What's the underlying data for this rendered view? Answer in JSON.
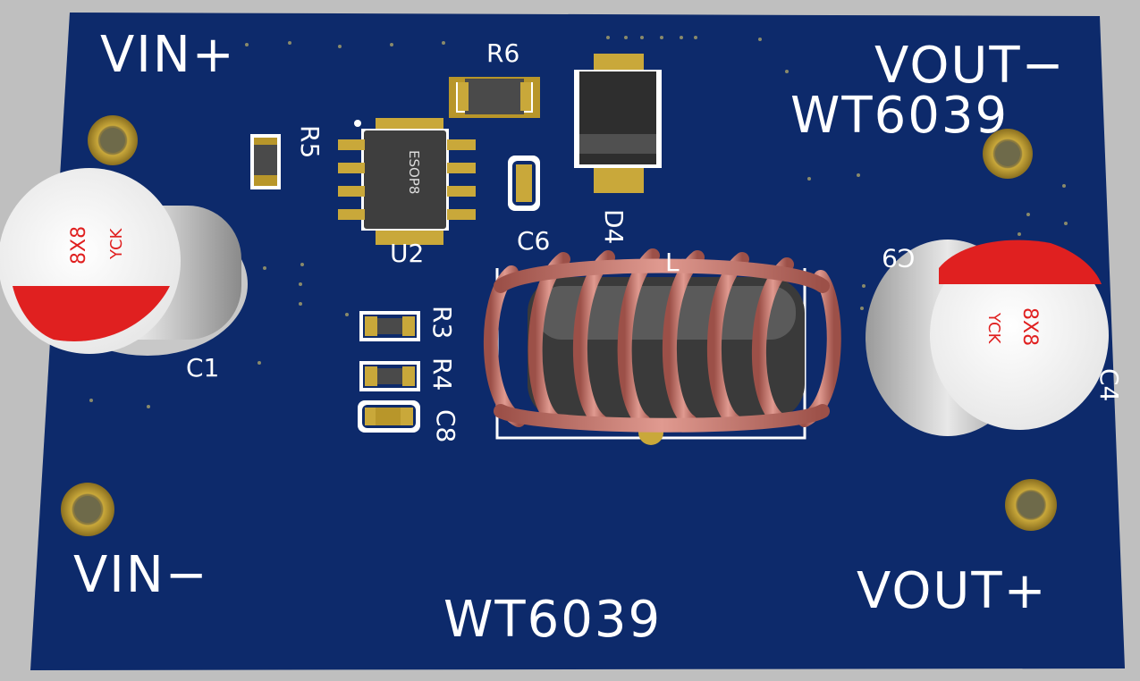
{
  "board": {
    "labels": {
      "vin_plus": "VIN+",
      "vin_minus": "VIN−",
      "vout_minus": "VOUT−",
      "vout_plus": "VOUT+",
      "part_top": "WT6039",
      "part_bottom": "WT6039"
    },
    "refdes": {
      "r6": "R6",
      "r5": "R5",
      "u2": "U2",
      "c6": "C6",
      "d4": "D4",
      "r3": "R3",
      "r4": "R4",
      "c8": "C8",
      "c1": "C1",
      "c9": "C9",
      "c4": "C4",
      "l": "L"
    },
    "ic_marking": "ESOP8",
    "cap_left": {
      "size": "8X8",
      "brand": "YCK"
    },
    "cap_right": {
      "size": "8X8",
      "brand": "YCK"
    },
    "colors": {
      "pcb": "#0d2a6b",
      "silkscreen": "#ffffff",
      "pad_gold": "#b8962a",
      "cap_stripe": "#e02020",
      "inductor_wire": "#c07068",
      "inductor_core": "#3a3a3a"
    }
  }
}
